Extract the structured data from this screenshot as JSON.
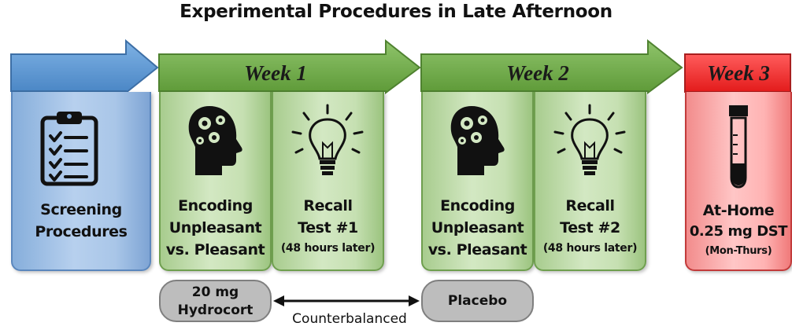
{
  "title": "Experimental Procedures in Late Afternoon",
  "screening": {
    "label_line1": "Screening",
    "label_line2": "Procedures",
    "icon": "clipboard-checklist-icon"
  },
  "week1": {
    "label": "Week 1",
    "encoding": {
      "line1": "Encoding",
      "line2": "Unpleasant",
      "line3": "vs. Pleasant",
      "icon": "head-gears-icon"
    },
    "recall": {
      "line1": "Recall",
      "line2": "Test #1",
      "line3": "(48 hours later)",
      "icon": "lightbulb-icon"
    }
  },
  "week2": {
    "label": "Week 2",
    "encoding": {
      "line1": "Encoding",
      "line2": "Unpleasant",
      "line3": "vs. Pleasant",
      "icon": "head-gears-icon"
    },
    "recall": {
      "line1": "Recall",
      "line2": "Test #2",
      "line3": "(48 hours later)",
      "icon": "lightbulb-icon"
    }
  },
  "week3": {
    "label": "Week 3",
    "line1": "At-Home",
    "line2": "0.25 mg DST",
    "line3": "(Mon-Thurs)",
    "icon": "test-tube-icon"
  },
  "conditions": {
    "left_line1": "20 mg",
    "left_line2": "Hydrocort",
    "right": "Placebo",
    "counterbalanced": "Counterbalanced"
  },
  "colors": {
    "blue": "#5b9bd5",
    "green": "#70ad47",
    "red": "#ff0000",
    "gray": "#bdbdbd"
  }
}
